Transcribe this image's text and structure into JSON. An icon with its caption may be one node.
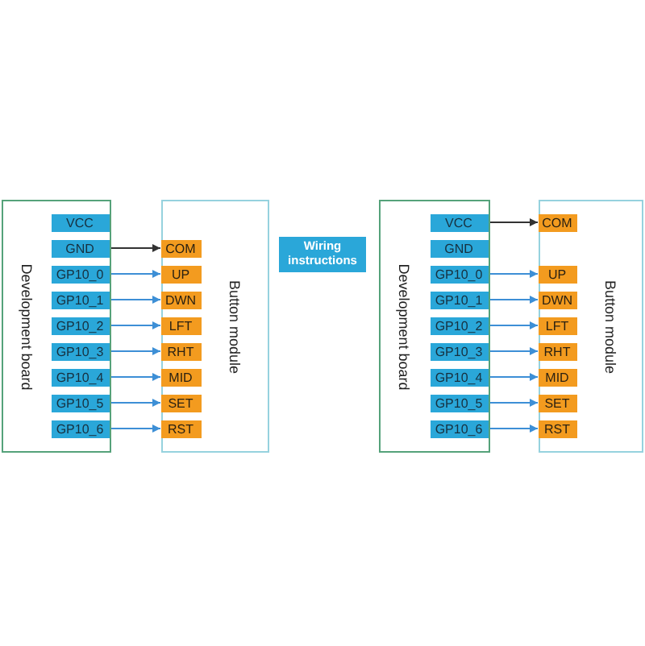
{
  "diagram": {
    "nodes": [
      {
        "text": [
          "Development board"
        ]
      },
      {
        "text": [
          "VCC"
        ],
        "in": 0
      },
      {
        "text": [
          "GND"
        ],
        "in": 0
      },
      {
        "text": [
          "GP10_0"
        ],
        "in": 0
      },
      {
        "text": [
          "GP10_1"
        ],
        "in": 0
      },
      {
        "text": [
          "GP10_2"
        ],
        "in": 0
      },
      {
        "text": [
          "GP10_3"
        ],
        "in": 0
      },
      {
        "text": [
          "GP10_4"
        ],
        "in": 0
      },
      {
        "text": [
          "GP10_5"
        ],
        "in": 0
      },
      {
        "text": [
          "GP10_6"
        ],
        "in": 0
      },
      {
        "text": [
          "Button module"
        ]
      },
      {
        "text": [
          "COM"
        ],
        "in": 10
      },
      {
        "text": [
          "UP"
        ],
        "in": 10
      },
      {
        "text": [
          "DWN"
        ],
        "in": 10
      },
      {
        "text": [
          "LFT"
        ],
        "in": 10
      },
      {
        "text": [
          "RHT"
        ],
        "in": 10
      },
      {
        "text": [
          "MID"
        ],
        "in": 10
      },
      {
        "text": [
          "SET"
        ],
        "in": 10
      },
      {
        "text": [
          "RST"
        ],
        "in": 10
      },
      {
        "text": [
          "Wiring instructions"
        ]
      },
      {
        "text": [
          "Development board"
        ]
      },
      {
        "text": [
          "VCC"
        ],
        "in": 20
      },
      {
        "text": [
          "GND"
        ],
        "in": 20
      },
      {
        "text": [
          "GP10_0"
        ],
        "in": 20
      },
      {
        "text": [
          "GP10_1"
        ],
        "in": 20
      },
      {
        "text": [
          "GP10_2"
        ],
        "in": 20
      },
      {
        "text": [
          "GP10_3"
        ],
        "in": 20
      },
      {
        "text": [
          "GP10_4"
        ],
        "in": 20
      },
      {
        "text": [
          "GP10_5"
        ],
        "in": 20
      },
      {
        "text": [
          "GP10_6"
        ],
        "in": 20
      },
      {
        "text": [
          "Button module"
        ]
      },
      {
        "text": [
          "COM"
        ],
        "in": 30
      },
      {
        "text": [
          "UP"
        ],
        "in": 30
      },
      {
        "text": [
          "DWN"
        ],
        "in": 30
      },
      {
        "text": [
          "LFT"
        ],
        "in": 30
      },
      {
        "text": [
          "RHT"
        ],
        "in": 30
      },
      {
        "text": [
          "MID"
        ],
        "in": 30
      },
      {
        "text": [
          "SET"
        ],
        "in": 30
      },
      {
        "text": [
          "RST"
        ],
        "in": 30
      }
    ],
    "edges": [
      {
        "from": 2,
        "to": 11,
        "arrow": "to",
        "color": "#333333"
      },
      {
        "from": 3,
        "to": 12,
        "arrow": "to"
      },
      {
        "from": 4,
        "to": 13,
        "arrow": "to"
      },
      {
        "from": 5,
        "to": 14,
        "arrow": "to"
      },
      {
        "from": 6,
        "to": 15,
        "arrow": "to"
      },
      {
        "from": 7,
        "to": 16,
        "arrow": "to"
      },
      {
        "from": 8,
        "to": 17,
        "arrow": "to"
      },
      {
        "from": 9,
        "to": 18,
        "arrow": "to"
      },
      {
        "from": 21,
        "to": 31,
        "arrow": "to",
        "color": "#333333"
      },
      {
        "from": 23,
        "to": 32,
        "arrow": "to"
      },
      {
        "from": 24,
        "to": 33,
        "arrow": "to"
      },
      {
        "from": 25,
        "to": 34,
        "arrow": "to"
      },
      {
        "from": 26,
        "to": 35,
        "arrow": "to"
      },
      {
        "from": 27,
        "to": 36,
        "arrow": "to"
      },
      {
        "from": 28,
        "to": 37,
        "arrow": "to"
      },
      {
        "from": 29,
        "to": 38,
        "arrow": "to"
      }
    ]
  }
}
